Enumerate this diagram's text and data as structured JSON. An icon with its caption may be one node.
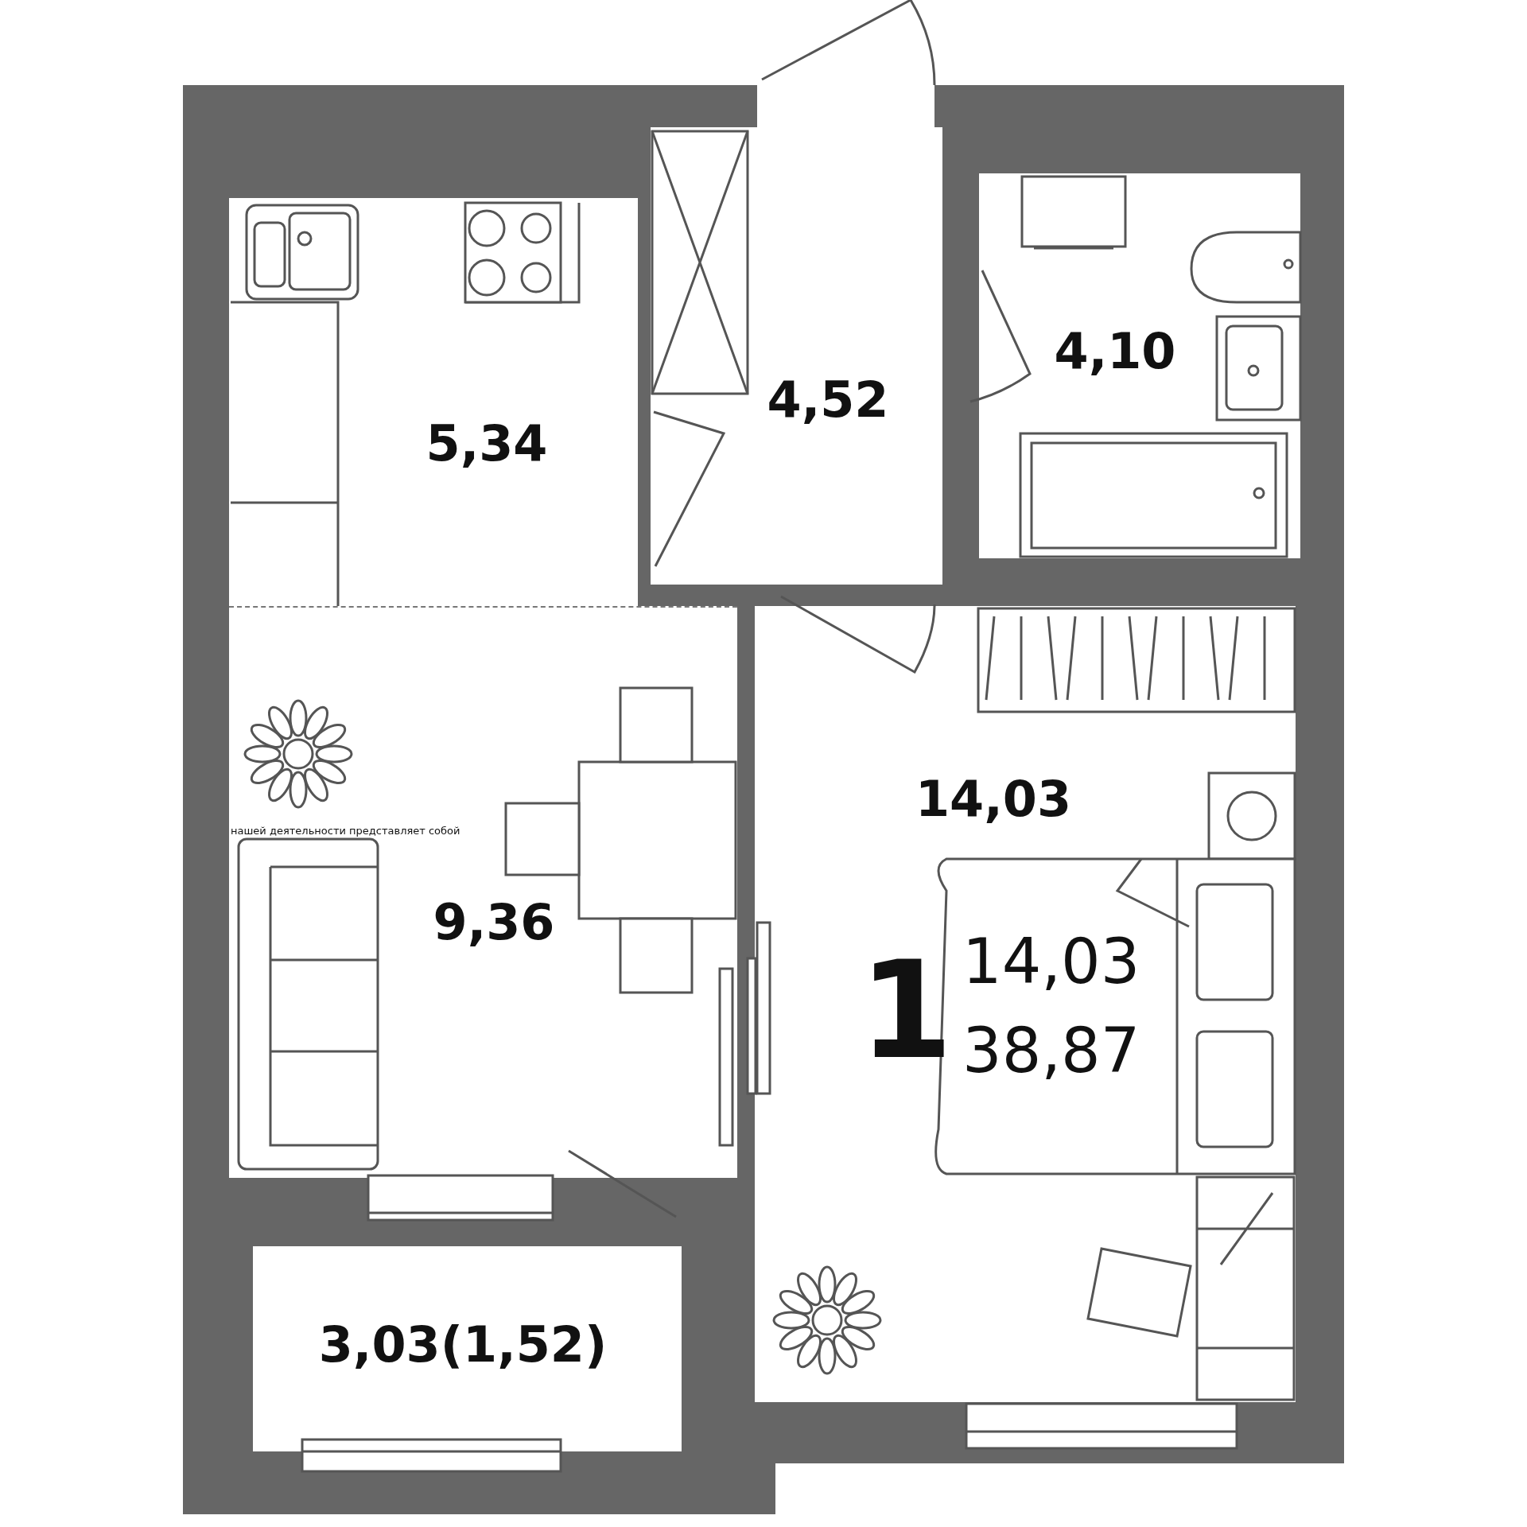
{
  "diagram": {
    "nodes": [
      {
        "text": [
          "5,34"
        ]
      },
      {
        "text": [
          "4,52"
        ]
      },
      {
        "text": [
          "4,10"
        ]
      },
      {
        "text": [
          "9,36"
        ]
      },
      {
        "text": [
          "14,03"
        ]
      },
      {
        "text": [
          "3,03(1,52)"
        ]
      }
    ],
    "labels": [
      "1",
      "14,03",
      "38,87",
      "нашей деятельности представляет собой"
    ]
  }
}
